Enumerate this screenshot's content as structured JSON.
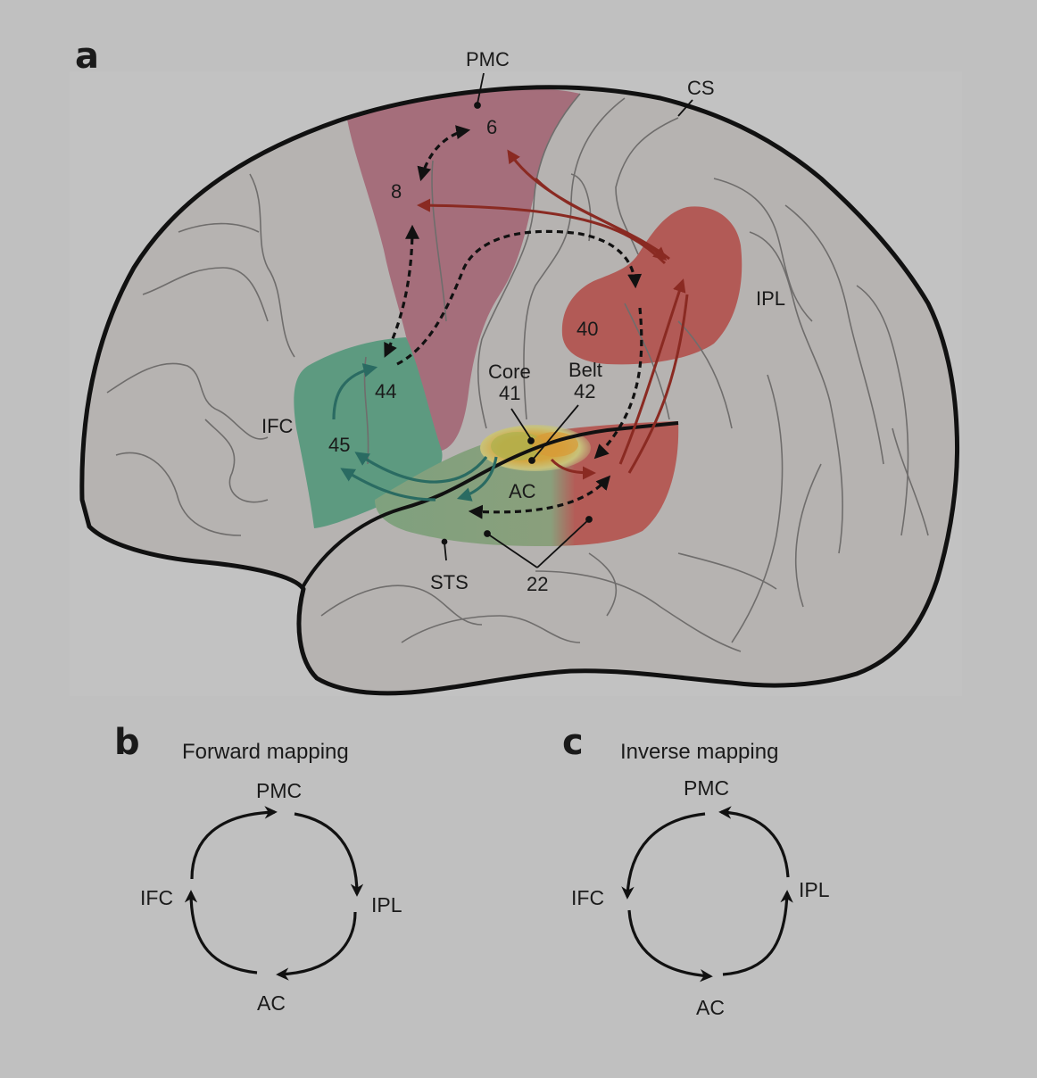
{
  "panels": {
    "a": {
      "letter": "a",
      "labels": {
        "pmc": "PMC",
        "cs": "CS",
        "area6": "6",
        "area8": "8",
        "ipl": "IPL",
        "area40": "40",
        "ifc": "IFC",
        "area44": "44",
        "area45": "45",
        "core": "Core",
        "area41": "41",
        "belt": "Belt",
        "area42": "42",
        "ac": "AC",
        "sts": "STS",
        "area22": "22"
      }
    },
    "b": {
      "letter": "b",
      "title": "Forward mapping",
      "nodes": {
        "top": "PMC",
        "right": "IPL",
        "bottom": "AC",
        "left": "IFC"
      },
      "direction": "clockwise"
    },
    "c": {
      "letter": "c",
      "title": "Inverse mapping",
      "nodes": {
        "top": "PMC",
        "right": "IPL",
        "bottom": "AC",
        "left": "IFC"
      },
      "direction": "counterclockwise"
    }
  },
  "colors": {
    "background": "#c0c0c0",
    "brain": "#b6b3b1",
    "pmc_region": "#a56e7b",
    "ipl_region": "#b25a56",
    "ifc_region": "#5d9a80",
    "ac_green": "#7fa17e",
    "ac_red": "#b45c57",
    "core": "#b7b552",
    "belt": "#d5a641",
    "arrow_red": "#8a2a22",
    "arrow_teal": "#2a6b62",
    "ink": "#111111"
  }
}
